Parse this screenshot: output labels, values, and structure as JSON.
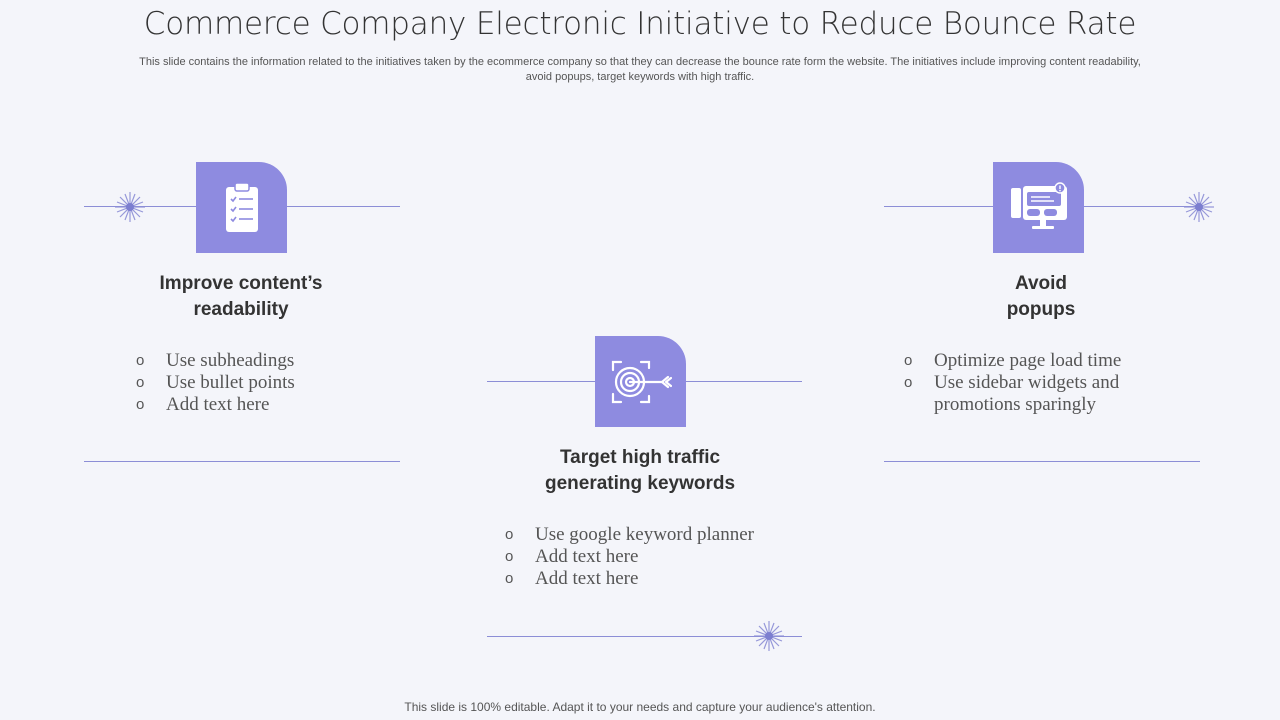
{
  "slide": {
    "title": "Commerce Company Electronic Initiative to Reduce Bounce Rate",
    "subtitle": "This slide contains the information related to the initiatives  taken by the ecommerce company so that they can decrease the bounce rate  form the website. The initiatives  include improving content readability, avoid popups, target keywords with high traffic.",
    "footer": "This slide is 100% editable. Adapt it to your needs and capture your audience's attention."
  },
  "colors": {
    "accent": "#8e8be0",
    "line": "#8c8ed6",
    "background": "#f4f5fa"
  },
  "initiatives": [
    {
      "icon": "clipboard-checklist-icon",
      "heading_line1": "Improve content’s",
      "heading_line2": "readability",
      "bullets": [
        "Use subheadings",
        "Use bullet points",
        "Add text here"
      ]
    },
    {
      "icon": "target-dart-icon",
      "heading_line1": "Target high traffic",
      "heading_line2": "generating keywords",
      "bullets": [
        "Use google keyword planner",
        "Add text here",
        "Add text here"
      ]
    },
    {
      "icon": "monitor-popup-icon",
      "heading_line1": "Avoid",
      "heading_line2": "popups",
      "bullets": [
        "Optimize page load time",
        "Use sidebar widgets and promotions sparingly"
      ]
    }
  ]
}
